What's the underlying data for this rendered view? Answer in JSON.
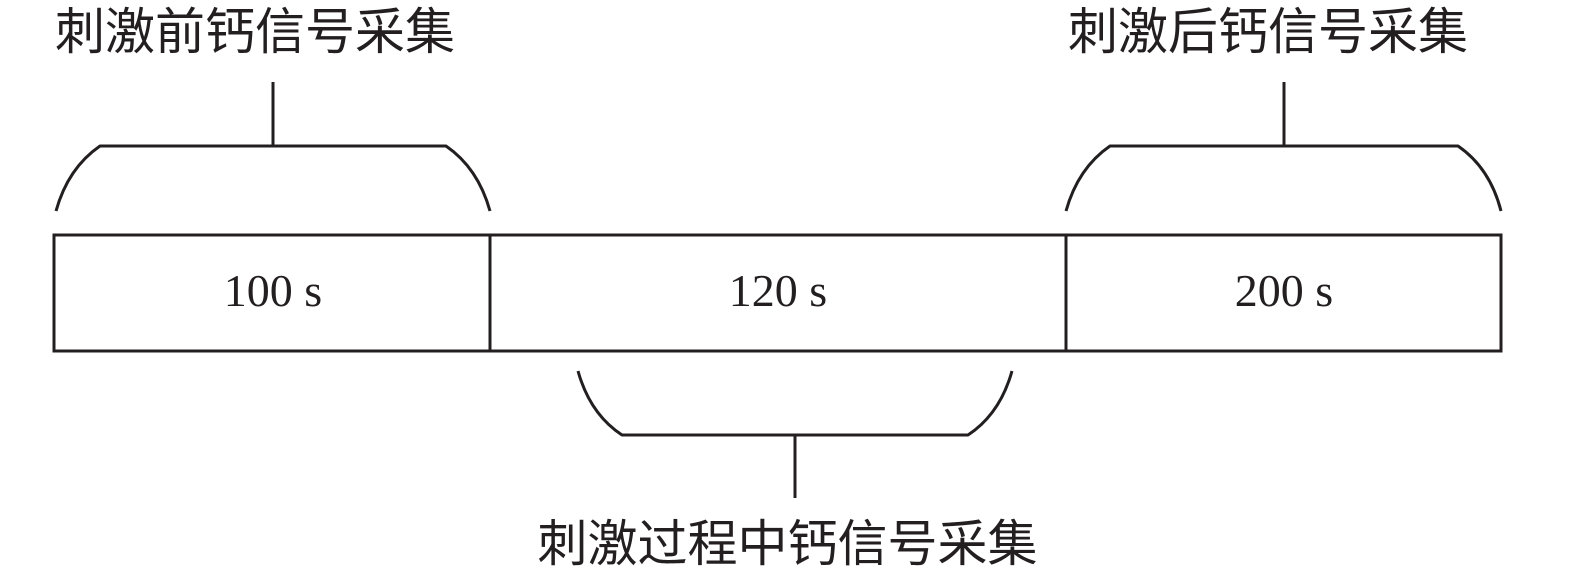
{
  "diagram": {
    "stroke_color": "#231f20",
    "background": "#ffffff",
    "labels": {
      "before": "刺激前钙信号采集",
      "during": "刺激过程中钙信号采集",
      "after": "刺激后钙信号采集"
    },
    "segments": [
      {
        "id": "before",
        "duration": "100 s"
      },
      {
        "id": "during",
        "duration": "120 s"
      },
      {
        "id": "after",
        "duration": "200 s"
      }
    ]
  }
}
